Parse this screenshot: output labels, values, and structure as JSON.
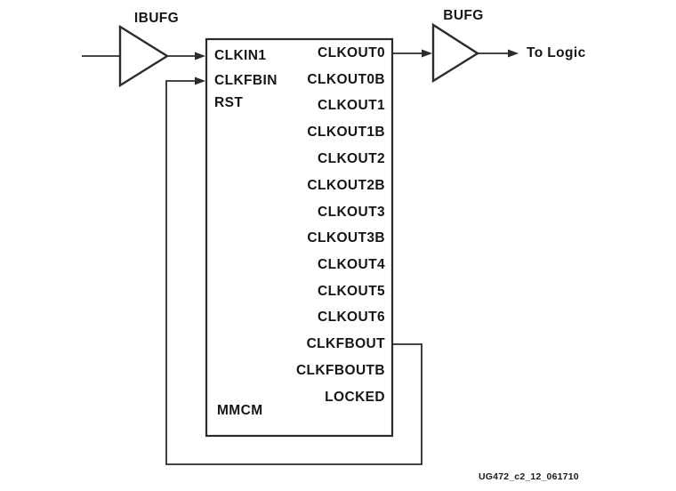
{
  "diagram": {
    "ibufg_label": "IBUFG",
    "bufg_label": "BUFG",
    "to_logic_label": "To Logic",
    "mmcm_label": "MMCM",
    "left_ports": [
      "CLKIN1",
      "CLKFBIN",
      "RST"
    ],
    "right_ports": [
      "CLKOUT0",
      "CLKOUT0B",
      "CLKOUT1",
      "CLKOUT1B",
      "CLKOUT2",
      "CLKOUT2B",
      "CLKOUT3",
      "CLKOUT3B",
      "CLKOUT4",
      "CLKOUT5",
      "CLKOUT6",
      "CLKFBOUT",
      "CLKFBOUTB",
      "LOCKED"
    ],
    "caption": "UG472_c2_12_061710",
    "colors": {
      "line": "#2b2b2b",
      "text": "#161616",
      "background": "#ffffff"
    }
  }
}
